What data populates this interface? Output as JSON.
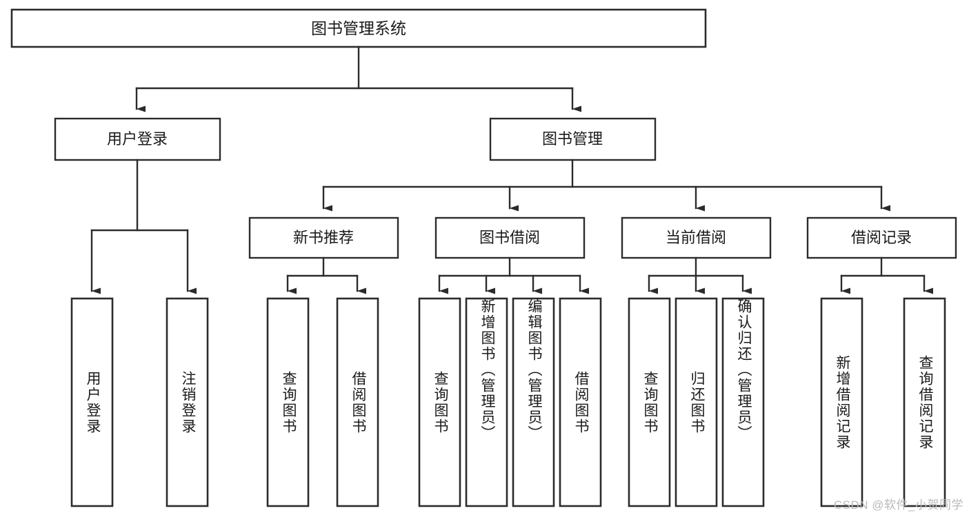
{
  "diagram": {
    "title": "图书管理系统",
    "type": "tree",
    "watermark": "CSDN @软件_小贺同学",
    "colors": {
      "stroke": "#2b2b2b",
      "fill": "#ffffff",
      "text": "#1a1a1a",
      "watermark": "#b9b9b9"
    },
    "root": {
      "label": "图书管理系统"
    },
    "level2": [
      {
        "id": "user-login",
        "label": "用户登录"
      },
      {
        "id": "book-manage",
        "label": "图书管理"
      }
    ],
    "level3": [
      {
        "id": "new-book-recommend",
        "label": "新书推荐"
      },
      {
        "id": "book-borrow",
        "label": "图书借阅"
      },
      {
        "id": "current-borrow",
        "label": "当前借阅"
      },
      {
        "id": "borrow-record",
        "label": "借阅记录"
      }
    ],
    "leaves": {
      "user_login": [
        {
          "id": "leaf-user-login",
          "label": "用户登录"
        },
        {
          "id": "leaf-logout-login",
          "label": "注销登录"
        }
      ],
      "new_book_recommend": [
        {
          "id": "leaf-query-book-1",
          "label": "查询图书"
        },
        {
          "id": "leaf-borrow-book-1",
          "label": "借阅图书"
        }
      ],
      "book_borrow": [
        {
          "id": "leaf-query-book-2",
          "label": "查询图书"
        },
        {
          "id": "leaf-add-book",
          "label": "新增图书（管理员）"
        },
        {
          "id": "leaf-edit-book",
          "label": "编辑图书（管理员）"
        },
        {
          "id": "leaf-borrow-book-2",
          "label": "借阅图书"
        }
      ],
      "current_borrow": [
        {
          "id": "leaf-query-book-3",
          "label": "查询图书"
        },
        {
          "id": "leaf-return-book",
          "label": "归还图书"
        },
        {
          "id": "leaf-confirm-return",
          "label": "确认归还（管理员）"
        }
      ],
      "borrow_record": [
        {
          "id": "leaf-add-record",
          "label": "新增借阅记录"
        },
        {
          "id": "leaf-query-record",
          "label": "查询借阅记录"
        }
      ]
    }
  }
}
